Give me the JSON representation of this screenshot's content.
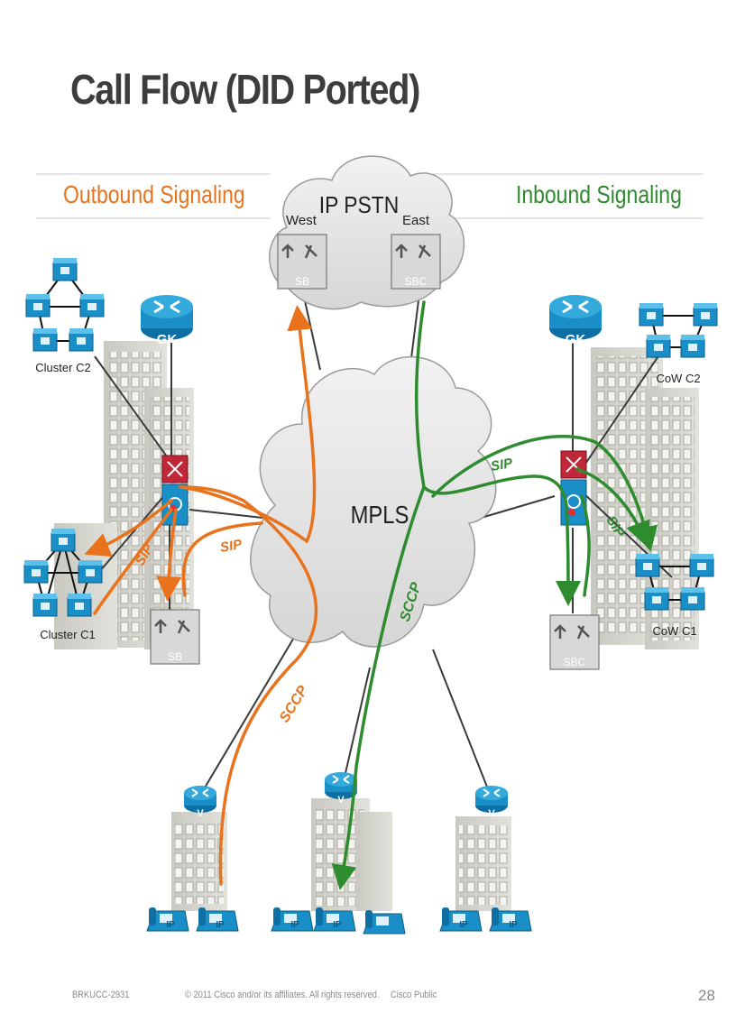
{
  "slide": {
    "title": "Call Flow (DID Ported)",
    "outbound_title": "Outbound Signaling",
    "inbound_title": "Inbound Signaling"
  },
  "clouds": {
    "pstn": {
      "label": "IP PSTN",
      "west_label": "West",
      "east_label": "East"
    },
    "mpls": {
      "label": "MPLS"
    }
  },
  "devices": {
    "sb_west": "SB",
    "sbc_east": "SBC",
    "gk_left": "GK",
    "gk_right": "GK",
    "sb_left": "SB",
    "sbc_right": "SBC",
    "router_v": "V"
  },
  "clusters": {
    "c2": "Cluster C2",
    "c1": "Cluster C1",
    "cow_c2": "CoW C2",
    "cow_c1": "CoW C1"
  },
  "flows": {
    "sip_left_1": "SIP",
    "sip_left_2": "SIP",
    "sccp_left": "SCCP",
    "sip_right_1": "SIP",
    "sip_right_2": "SIP",
    "sccp_right": "SCCP"
  },
  "phones": {
    "label": "IP"
  },
  "colors": {
    "outbound": "#e8731c",
    "inbound": "#2e8b2e",
    "device_blue": "#1a8fc7",
    "switch_red": "#c0283a"
  },
  "footer": {
    "session": "BRKUCC-2931",
    "copyright": "© 2011 Cisco and/or its affiliates. All rights reserved.",
    "classification": "Cisco Public",
    "page": "28"
  }
}
